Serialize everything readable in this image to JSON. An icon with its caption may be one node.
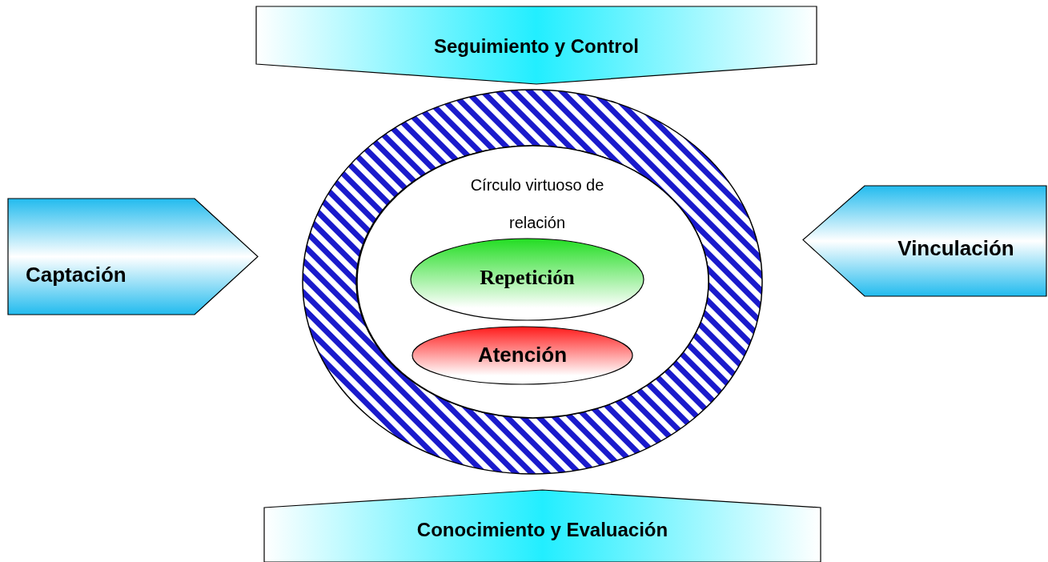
{
  "diagram": {
    "nodes": [
      {
        "text": [
          "Seguimiento y Control"
        ]
      },
      {
        "text": [
          "Captación"
        ]
      },
      {
        "text": [],
        "shape": "circle"
      },
      {
        "text": [
          "Círculo virtuoso de relación"
        ],
        "in": 2
      },
      {
        "text": [
          "Repetición"
        ],
        "in": 3
      },
      {
        "text": [
          "Atención"
        ],
        "in": 3
      },
      {
        "text": [
          "Vinculación"
        ]
      },
      {
        "text": [
          "Conocimiento y Evaluación"
        ]
      }
    ],
    "edges": []
  }
}
